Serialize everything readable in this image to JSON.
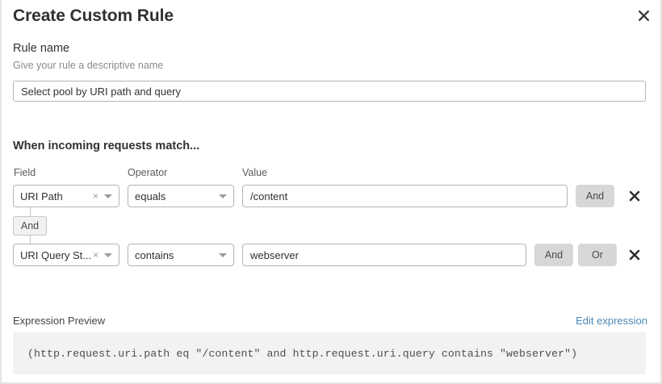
{
  "modal": {
    "title": "Create Custom Rule",
    "close_icon": "close-icon"
  },
  "rule_name": {
    "label": "Rule name",
    "help": "Give your rule a descriptive name",
    "value": "Select pool by URI path and query",
    "placeholder": "Rule name"
  },
  "match_section": {
    "heading": "When incoming requests match...",
    "columns": {
      "field": "Field",
      "operator": "Operator",
      "value": "Value"
    },
    "connector_badge": "And",
    "rows": [
      {
        "field": "URI Path",
        "operator": "equals",
        "value": "/content",
        "clear_icon": "clear-x-icon",
        "caret_icon": "chevron-down-icon",
        "delete_icon": "delete-x-icon",
        "logic_buttons": [
          "And"
        ]
      },
      {
        "field": "URI Query St...",
        "operator": "contains",
        "value": "webserver",
        "clear_icon": "clear-x-icon",
        "caret_icon": "chevron-down-icon",
        "delete_icon": "delete-x-icon",
        "logic_buttons": [
          "And",
          "Or"
        ]
      }
    ]
  },
  "expression_preview": {
    "label": "Expression Preview",
    "edit_link": "Edit expression",
    "expression": "(http.request.uri.path eq \"/content\" and http.request.uri.query contains \"webserver\")"
  },
  "colors": {
    "link": "#4a89b8",
    "button_gray": "#d7d7d7",
    "code_bg": "#f2f2f2",
    "border": "#b5b5b5",
    "text": "#313131"
  }
}
